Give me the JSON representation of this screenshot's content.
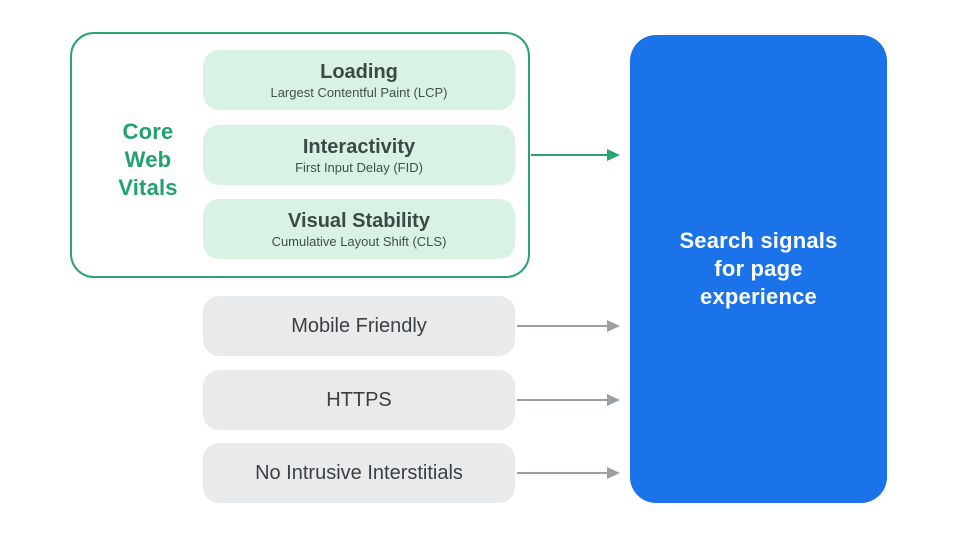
{
  "diagram": {
    "core_web_vitals": {
      "label": "Core Web Vitals",
      "items": [
        {
          "title": "Loading",
          "subtitle": "Largest Contentful Paint (LCP)"
        },
        {
          "title": "Interactivity",
          "subtitle": "First Input Delay (FID)"
        },
        {
          "title": "Visual Stability",
          "subtitle": "Cumulative Layout Shift (CLS)"
        }
      ]
    },
    "other_signals": [
      {
        "label": "Mobile Friendly"
      },
      {
        "label": "HTTPS"
      },
      {
        "label": "No Intrusive Interstitials"
      }
    ],
    "result": {
      "label": "Search signals for page experience"
    },
    "colors": {
      "green_accent": "#2BA473",
      "green_text": "#21A16D",
      "mint_fill": "#D8F3E4",
      "gray_fill": "#E9EAEC",
      "arrow_gray": "#9AA0A6",
      "blue_fill": "#1A73E8",
      "dark_text": "#3C4043",
      "white_text": "#FFFFFF"
    }
  }
}
